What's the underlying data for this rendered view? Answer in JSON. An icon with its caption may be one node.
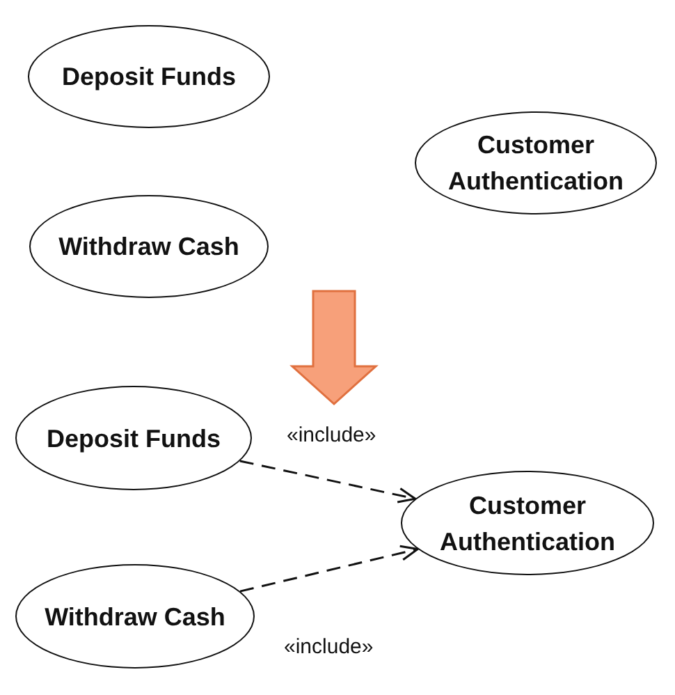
{
  "diagram": {
    "nodes": [
      {
        "text": [
          "Deposit Funds"
        ]
      },
      {
        "text": [
          "Customer Authentication"
        ]
      },
      {
        "text": [
          "Withdraw Cash"
        ]
      },
      {
        "text": [
          "Deposit Funds"
        ]
      },
      {
        "text": [
          "Customer Authentication"
        ]
      },
      {
        "text": [
          "Withdraw Cash"
        ]
      }
    ],
    "edges": [
      {
        "from": 3,
        "to": 4,
        "arrow": "to",
        "label": "«include»",
        "style": "dashed"
      },
      {
        "from": 5,
        "to": 4,
        "arrow": "to",
        "label": "«include»",
        "style": "dashed"
      }
    ]
  }
}
